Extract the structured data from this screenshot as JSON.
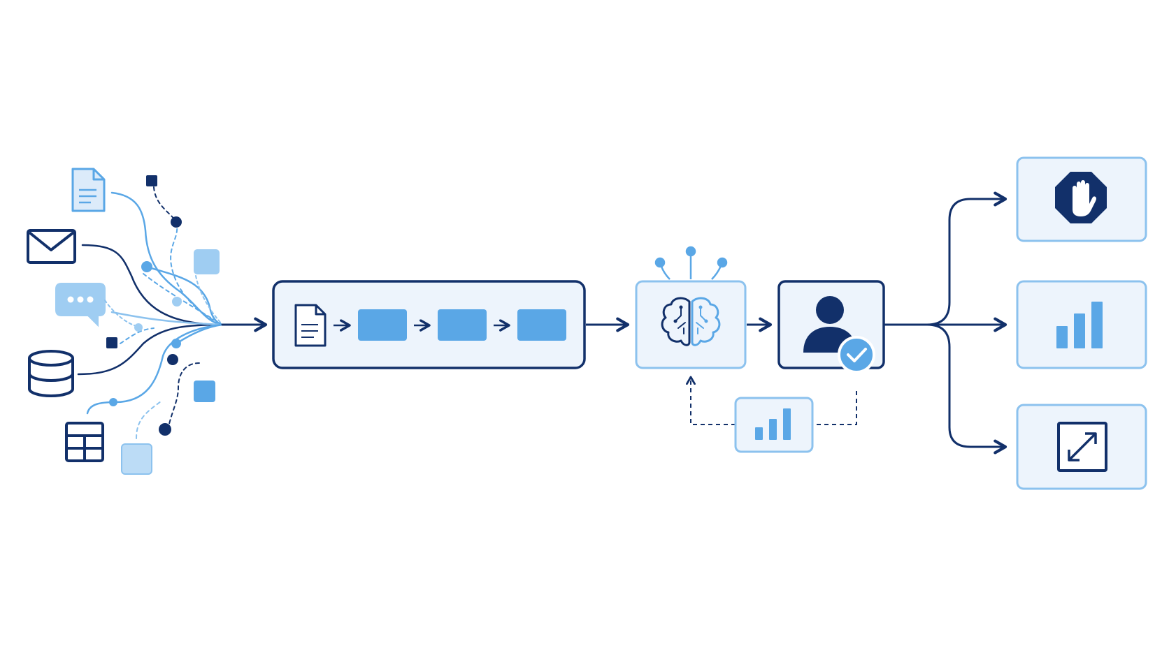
{
  "colors": {
    "navy": "#12306a",
    "blue": "#5aa7e6",
    "light_blue": "#bcdcf6",
    "box_fill": "#edf4fc",
    "box_stroke_light": "#8cc2ee",
    "white": "#ffffff"
  },
  "sources": {
    "icons": [
      "document-icon",
      "mail-icon",
      "chat-bubble-icon",
      "database-icon",
      "table-grid-icon"
    ]
  },
  "pipeline": {
    "icons": [
      "document-icon",
      "arrow-right-icon",
      "process-block",
      "arrow-right-icon",
      "process-block",
      "arrow-right-icon",
      "process-block"
    ],
    "stage_count": 3
  },
  "ai_model": {
    "icon": "brain-network-icon"
  },
  "human_review": {
    "icon": "person-check-icon"
  },
  "feedback": {
    "icon": "bar-chart-icon",
    "style": "dashed-loop"
  },
  "outcomes": [
    {
      "icon": "stop-hand-icon"
    },
    {
      "icon": "bar-chart-icon"
    },
    {
      "icon": "expand-arrows-icon"
    }
  ]
}
